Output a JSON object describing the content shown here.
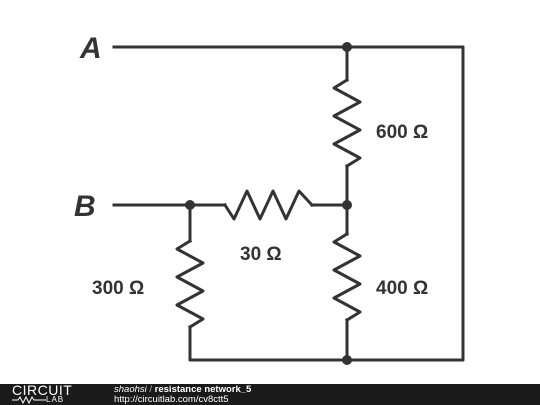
{
  "diagram": {
    "node_a_label": "A",
    "node_b_label": "B",
    "resistors": {
      "r_top": "600 Ω",
      "r_middle": "30 Ω",
      "r_left": "300 Ω",
      "r_right": "400 Ω"
    }
  },
  "footer": {
    "logo_top": "CIRCUIT",
    "logo_bottom": "LAB",
    "author": "shaohsi",
    "separator": "/",
    "title": "resistance network_5",
    "url": "http://circuitlab.com/cv8ctt5"
  },
  "colors": {
    "ink": "#333333",
    "footer_bg": "#1a1a1a"
  }
}
